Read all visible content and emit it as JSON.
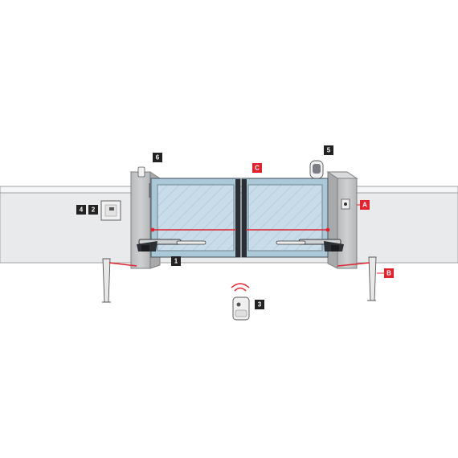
{
  "callouts": {
    "n1": "1",
    "n2": "2",
    "n3": "3",
    "n4": "4",
    "n5": "5",
    "n6": "6",
    "a": "A",
    "b": "B",
    "c": "C"
  },
  "colors": {
    "number_badge": "#222222",
    "letter_badge": "#e0242f",
    "wall": "#e9eaec",
    "pillar": "#c3c4c6",
    "gate_glass": "#c5dbe7",
    "laser": "#e0242f"
  },
  "icons": {
    "remote": "remote-control-icon",
    "signal": "wireless-signal-icon",
    "flashing_light": "flashing-lamp-icon",
    "antenna": "antenna-icon",
    "control_box": "control-panel-icon",
    "key_selector": "key-selector-icon"
  }
}
